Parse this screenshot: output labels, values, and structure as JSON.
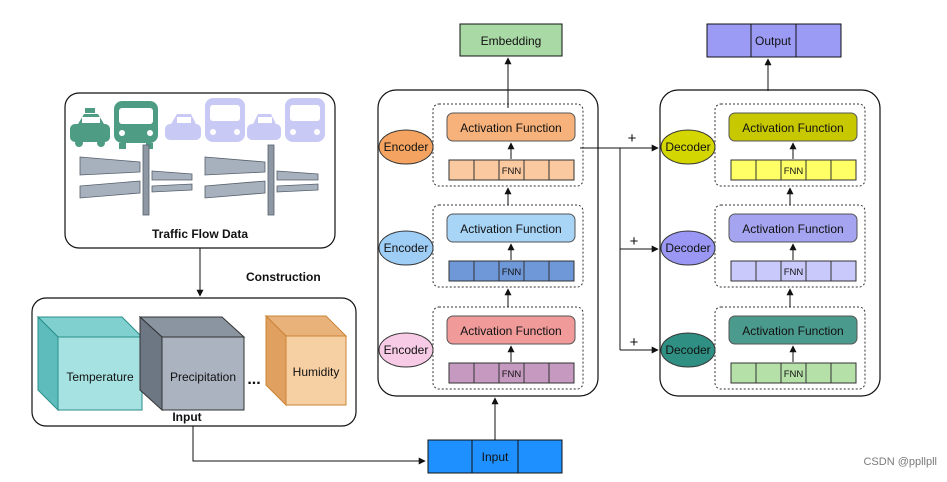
{
  "traffic": {
    "caption": "Traffic Flow Data"
  },
  "construction_label": "Construction",
  "input_panel": {
    "caption": "Input",
    "cubes": [
      "Temperature",
      "Precipitation",
      "Humidity"
    ],
    "ellipsis": "..."
  },
  "input_block": {
    "label": "Input"
  },
  "encoder_stack": {
    "output_label": "Embedding",
    "layers": [
      {
        "tag": "Encoder",
        "activation": "Activation Function",
        "fnn": "FNN"
      },
      {
        "tag": "Encoder",
        "activation": "Activation Function",
        "fnn": "FNN"
      },
      {
        "tag": "Encoder",
        "activation": "Activation Function",
        "fnn": "FNN"
      }
    ]
  },
  "decoder_stack": {
    "output_label": "Output",
    "layers": [
      {
        "tag": "Decoder",
        "activation": "Activation Function",
        "fnn": "FNN"
      },
      {
        "tag": "Decoder",
        "activation": "Activation Function",
        "fnn": "FNN"
      },
      {
        "tag": "Decoder",
        "activation": "Activation Function",
        "fnn": "FNN"
      }
    ]
  },
  "plus_signs": [
    "+",
    "+",
    "+"
  ],
  "watermark": "CSDN @ppllpll",
  "colors": {
    "encoder_tags": [
      "#f4a460",
      "#9ecdf5",
      "#f7cbe6"
    ],
    "encoder_activation": [
      "#f7b27b",
      "#a8d4f6",
      "#f19a9a"
    ],
    "encoder_fnn": [
      "#fbc9a0",
      "#6f98d8",
      "#c69ac0"
    ],
    "decoder_tags": [
      "#d3d600",
      "#9a98f4",
      "#2f8f82"
    ],
    "decoder_activation": [
      "#c8c800",
      "#a4a4f0",
      "#4a9b8d"
    ],
    "decoder_fnn": [
      "#ffff66",
      "#c9c9fb",
      "#b5e0a8"
    ],
    "embedding": "#a9d9a5",
    "output": "#9b9bf6",
    "input_block": "#1e90ff",
    "cube_temperature": "#9adfe0",
    "cube_precipitation": "#a9b2be",
    "cube_humidity": "#f5c99a"
  }
}
